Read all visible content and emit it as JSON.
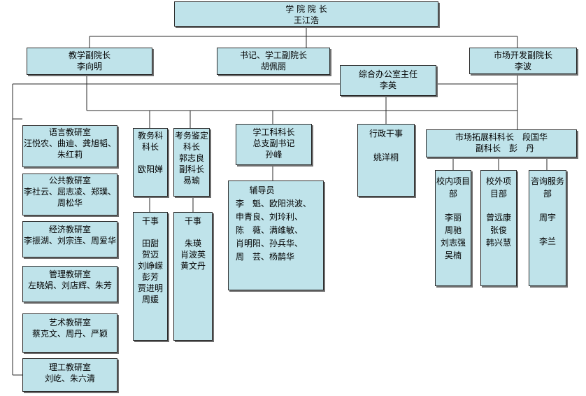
{
  "boxes": {
    "dean": {
      "title": "学 院 院 长",
      "name": "王江浩"
    },
    "vp_teaching": {
      "title": "教学副院长",
      "name": "李向明"
    },
    "secretary": {
      "title": "书记、学工副院长",
      "name": "胡佩丽"
    },
    "office": {
      "title": "综合办公室主任",
      "name": "李英"
    },
    "vp_market": {
      "title": "市场开发副院长",
      "name": "李波"
    },
    "lang": {
      "title": "语言教研室",
      "lines": [
        "汪悦农、曲迪、龚旭韬、",
        "朱红莉"
      ]
    },
    "public": {
      "title": "公共教研室",
      "lines": [
        "李社云、屈志凌、郑璞、",
        "周松华"
      ]
    },
    "econ": {
      "title": "经济教研室",
      "lines": [
        "李振湖、刘宗连、周爱华"
      ]
    },
    "mgmt": {
      "title": "管理教研室",
      "lines": [
        "左晓娟、刘店辉、朱芳"
      ]
    },
    "art": {
      "title": "艺术教研室",
      "lines": [
        "蔡克文、周丹、严颖"
      ]
    },
    "eng": {
      "title": "理工教研室",
      "lines": [
        "刘屹、朱六清"
      ]
    },
    "edu_head": {
      "lines": [
        "教务科",
        "科长",
        "",
        "欧阳婵"
      ]
    },
    "exam_head": {
      "lines": [
        "考务鉴定",
        "科长",
        "郭志良",
        "副科长",
        "易瑜"
      ]
    },
    "edu_staff": {
      "lines": [
        "干事",
        "",
        "田甜",
        "贺迈",
        "刘峥嵘",
        "彭芳",
        "贾进明",
        "周媛"
      ]
    },
    "exam_staff": {
      "lines": [
        "干事",
        "",
        "朱瑛",
        "肖波英",
        "黄文丹"
      ]
    },
    "student_head": {
      "lines": [
        "学工科科长",
        "总支副书记",
        "孙峰"
      ]
    },
    "counselors": {
      "lines": [
        "辅导员",
        "李　魁、欧阳洪波、",
        "申青良、刘玲利、",
        "陈　薇、满维敏、",
        "肖明阳、孙兵华、",
        "周　芸、杨鹊华"
      ]
    },
    "admin": {
      "lines": [
        "行政干事",
        "",
        "姚洋桐"
      ]
    },
    "market_head": {
      "lines": [
        "市场拓展科科长　段国华",
        "副科长　彭　丹"
      ]
    },
    "campus": {
      "lines": [
        "校内项目",
        "部",
        "",
        "李丽",
        "周驰",
        "刘志强",
        "吴楠"
      ]
    },
    "offcampus": {
      "lines": [
        "校外项",
        "目部",
        "",
        "曾远康",
        "张俊",
        "韩兴慧"
      ]
    },
    "consult": {
      "lines": [
        "咨询服务",
        "部",
        "",
        "周宇",
        "",
        "李兰"
      ]
    }
  }
}
